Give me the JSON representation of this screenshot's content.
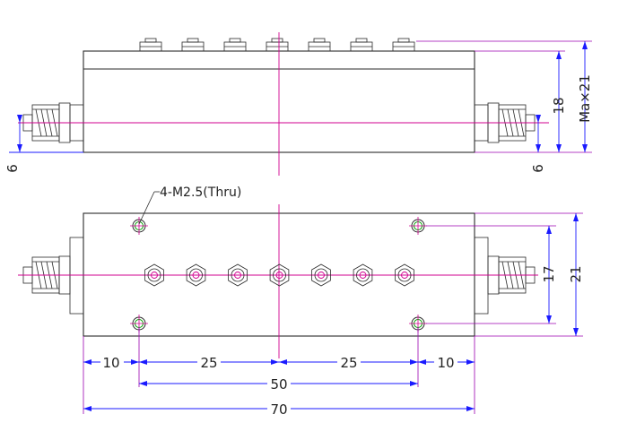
{
  "drawing": {
    "side_view_dims": {
      "left_height": "6",
      "right_height": "6",
      "total_height": "18",
      "max_height": "Ma×21"
    },
    "plan_view_dims": {
      "hole_note": "4-M2.5(Thru)",
      "inner_width": "17",
      "outer_width": "21",
      "edge_left": "10",
      "edge_right": "10",
      "half_left": "25",
      "half_right": "25",
      "hole_spacing": "50",
      "overall_length": "70"
    },
    "tuning_screws_top_count": 7,
    "tuning_screws_plan_count": 7,
    "mounting_holes_count": 4,
    "colors": {
      "outline": "#2a2a2a",
      "centerline": "#d0008f",
      "dimension": "#1a1aff",
      "extension": "#9b00b0",
      "hole_core": "#00a000"
    }
  }
}
